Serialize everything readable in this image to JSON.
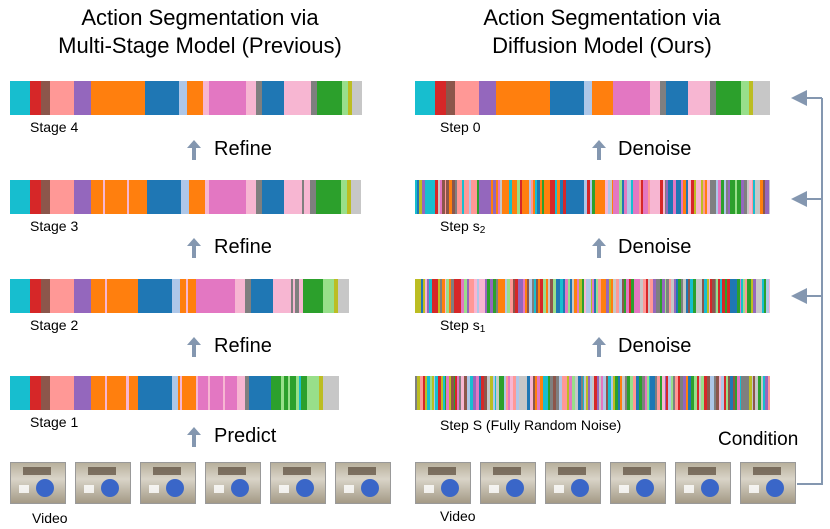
{
  "left": {
    "title_line1": "Action Segmentation via",
    "title_line2": "Multi-Stage Model (Previous)",
    "stage_labels": [
      "Stage 4",
      "Stage 3",
      "Stage 2",
      "Stage 1"
    ],
    "actions": [
      "Refine",
      "Refine",
      "Refine",
      "Predict"
    ],
    "video_label": "Video"
  },
  "right": {
    "title_line1": "Action Segmentation via",
    "title_line2": "Diffusion Model (Ours)",
    "step_labels": [
      {
        "main": "Step 0",
        "sub": ""
      },
      {
        "main": "Step s",
        "sub": "2"
      },
      {
        "main": "Step s",
        "sub": "1"
      },
      {
        "main": "Step S (Fully Random Noise)",
        "sub": ""
      }
    ],
    "actions": [
      "Denoise",
      "Denoise",
      "Denoise"
    ],
    "condition_label": "Condition",
    "video_label": "Video"
  },
  "colors": {
    "cyan": "#17becf",
    "red": "#d62728",
    "brown": "#8c564b",
    "pink": "#ff9896",
    "purple": "#9467bd",
    "orange": "#ff7f0e",
    "blue": "#1f77b4",
    "lightblue": "#aec7e8",
    "magenta": "#e377c2",
    "gray": "#7f7f7f",
    "lightpink": "#f7b6d2",
    "green": "#2ca02c",
    "lightgreen": "#98df8a",
    "olive": "#bcbd22",
    "lightgray": "#c7c7c7",
    "arrow": "#8497b0"
  }
}
